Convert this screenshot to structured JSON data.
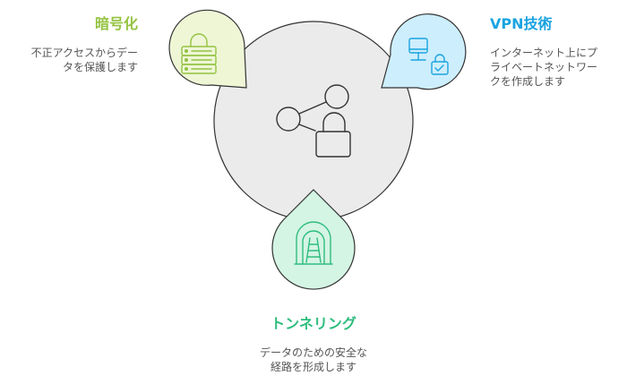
{
  "center": {
    "fill": "#ebebeb",
    "stroke": "#333333",
    "icon": "network-lock-icon"
  },
  "nodes": [
    {
      "id": "encryption",
      "title": "暗号化",
      "description_lines": [
        "不正アクセスからデー",
        "タを保護します"
      ],
      "color": "#94c341",
      "fill": "#eef6d6",
      "stroke": "#333333",
      "icon": "server-lock-icon"
    },
    {
      "id": "vpn",
      "title": "VPN技術",
      "description_lines": [
        "インターネット上にプ",
        "ライベートネットワー",
        "クを作成します"
      ],
      "color": "#1aa3e0",
      "fill": "#cdeefc",
      "stroke": "#333333",
      "icon": "computer-lock-icon"
    },
    {
      "id": "tunneling",
      "title": "トンネリング",
      "description_lines": [
        "データのための安全な",
        "経路を形成します"
      ],
      "color": "#2ebd7e",
      "fill": "#d4f4e4",
      "stroke": "#333333",
      "icon": "tunnel-track-icon"
    }
  ]
}
